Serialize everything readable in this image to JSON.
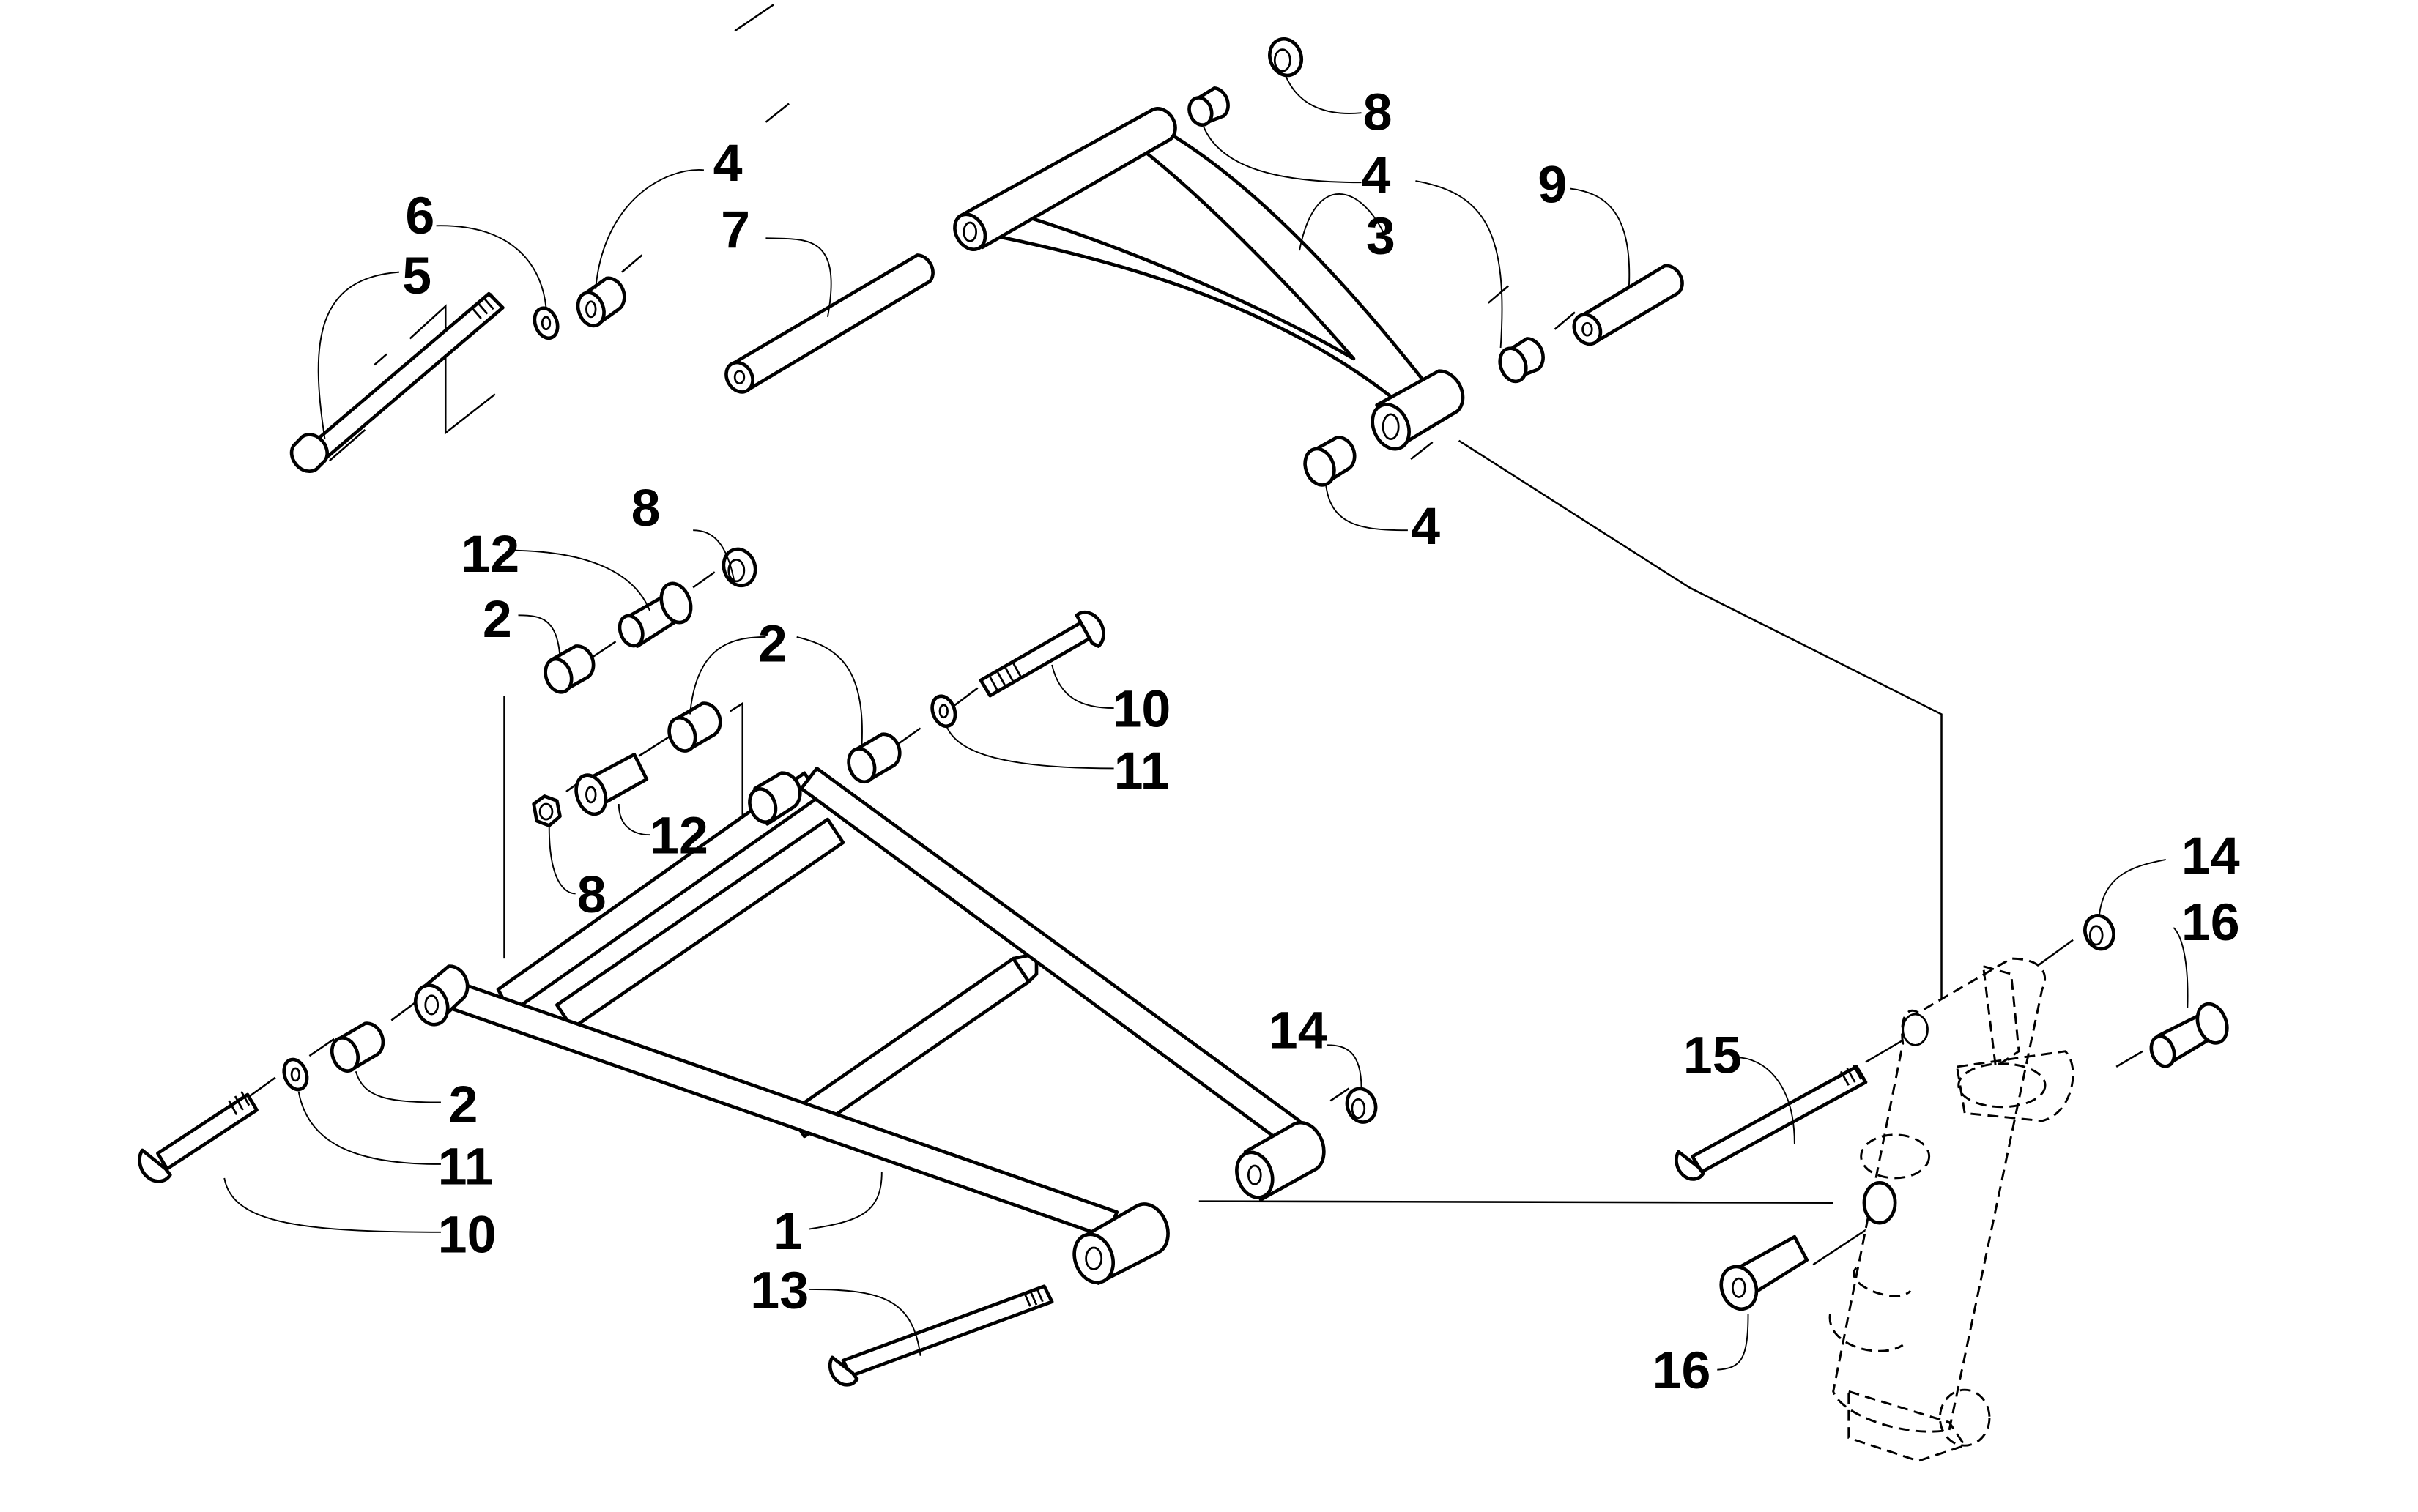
{
  "diagram": {
    "type": "exploded-parts-view",
    "subject": "front suspension A-arms and steering knuckle",
    "callouts": {
      "c1": "1",
      "c2a": "2",
      "c2b": "2",
      "c2c": "2",
      "c3": "3",
      "c4a": "4",
      "c4b": "4",
      "c4c": "4",
      "c5": "5",
      "c6": "6",
      "c7": "7",
      "c8a": "8",
      "c8b": "8",
      "c8c": "8",
      "c9": "9",
      "c10a": "10",
      "c10b": "10",
      "c11a": "11",
      "c11b": "11",
      "c12a": "12",
      "c12b": "12",
      "c13": "13",
      "c14a": "14",
      "c14b": "14",
      "c15": "15",
      "c16a": "16",
      "c16b": "16"
    },
    "parts": [
      {
        "ref": "1",
        "name": "lower A-arm"
      },
      {
        "ref": "2",
        "name": "bushing"
      },
      {
        "ref": "3",
        "name": "upper A-arm"
      },
      {
        "ref": "4",
        "name": "bushing"
      },
      {
        "ref": "5",
        "name": "bolt"
      },
      {
        "ref": "6",
        "name": "washer"
      },
      {
        "ref": "7",
        "name": "sleeve"
      },
      {
        "ref": "8",
        "name": "lock nut"
      },
      {
        "ref": "9",
        "name": "sleeve"
      },
      {
        "ref": "10",
        "name": "flange bolt"
      },
      {
        "ref": "11",
        "name": "washer"
      },
      {
        "ref": "12",
        "name": "flanged sleeve"
      },
      {
        "ref": "13",
        "name": "bolt"
      },
      {
        "ref": "14",
        "name": "lock nut"
      },
      {
        "ref": "15",
        "name": "bolt"
      },
      {
        "ref": "16",
        "name": "flanged bushing"
      }
    ]
  }
}
